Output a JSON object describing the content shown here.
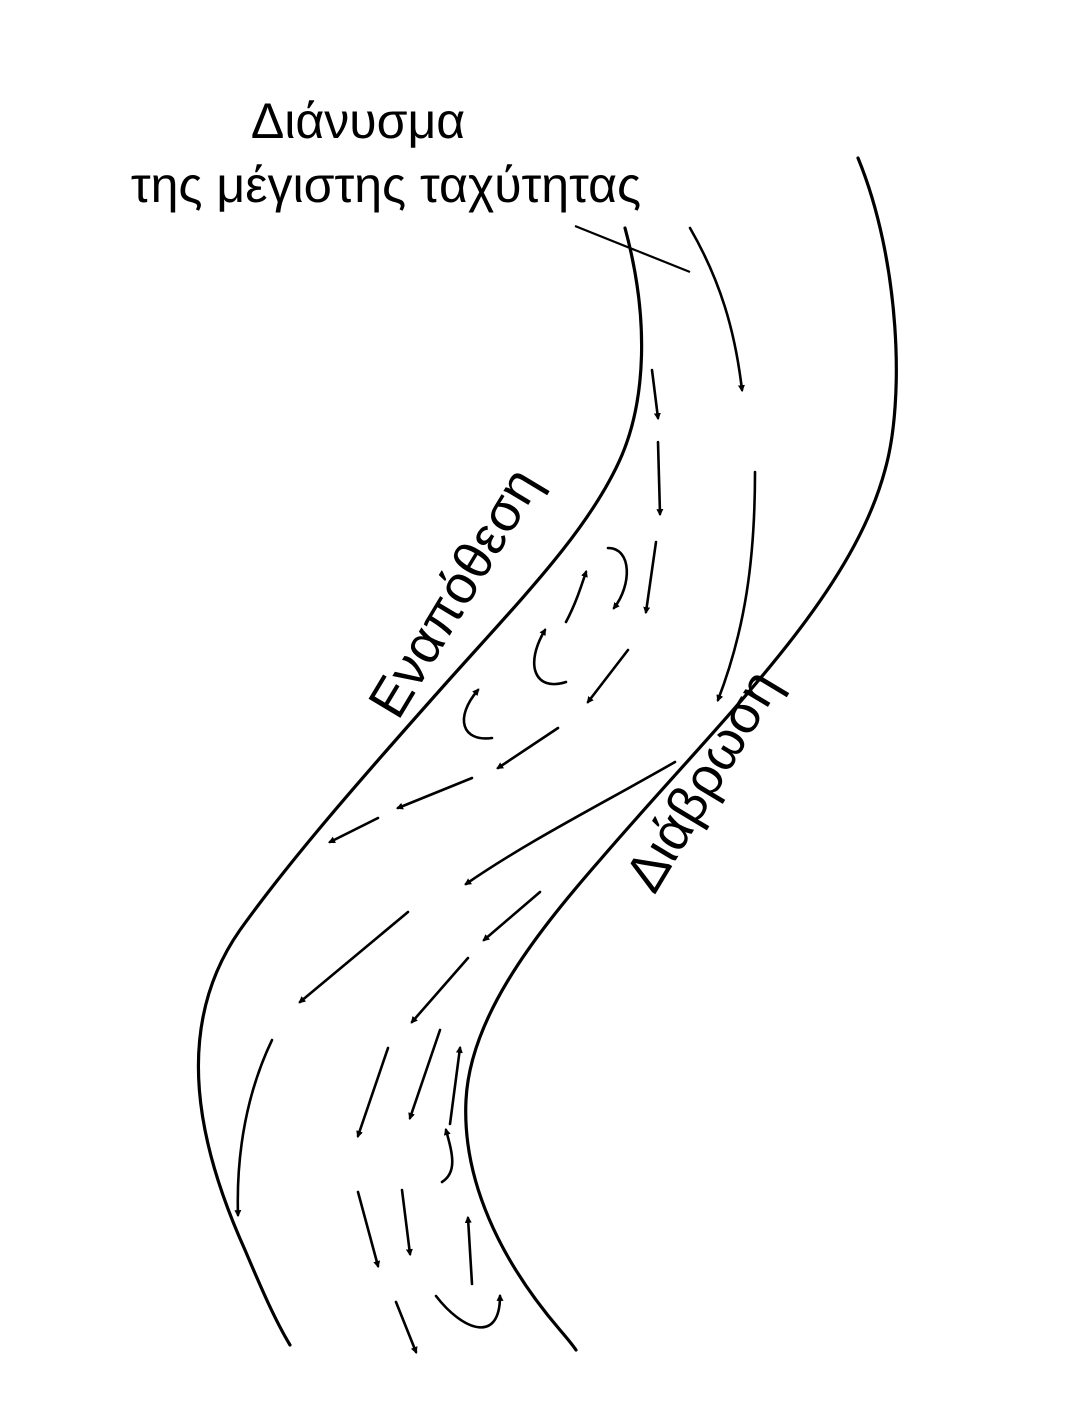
{
  "labels": {
    "title_line1": "Διάνυσμα",
    "title_line2": "της μέγιστης ταχύτητας",
    "deposition": "Εναπόθεση",
    "erosion": "Διάβρωση"
  },
  "colors": {
    "ink": "#000000",
    "background": "#ffffff"
  }
}
